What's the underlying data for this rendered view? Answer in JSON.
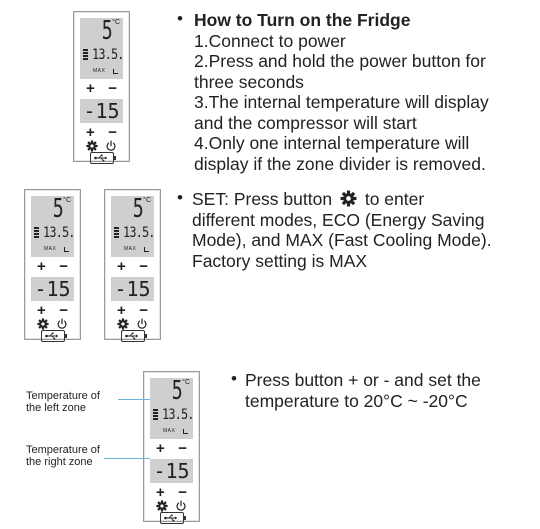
{
  "panel": {
    "top_temp": "5",
    "unit": "°C",
    "mid_temp": "13.5.",
    "max_label": "MAX",
    "plus": "+",
    "minus": "−",
    "bottom_temp": "-15"
  },
  "section1": {
    "heading": "How to Turn on the Fridge",
    "steps": [
      "1.Connect to power",
      "2.Press and hold the power button for",
      "three seconds",
      "3.The internal temperature will display",
      "and the compressor will start",
      "4.Only one internal temperature will",
      "display if the zone divider is removed."
    ]
  },
  "section2": {
    "line1_before": "SET: Press button",
    "line1_after": "to enter",
    "lines": [
      "different modes, ECO (Energy Saving",
      "Mode), and MAX (Fast Cooling Mode).",
      "Factory setting is MAX"
    ]
  },
  "section3": {
    "lines": [
      "Press button + or - and set the",
      "temperature to 20°C ~ -20°C"
    ],
    "left_zone_label": [
      "Temperature of",
      "the left zone"
    ],
    "right_zone_label": [
      "Temperature of",
      "the right zone"
    ]
  },
  "icons": {
    "bullet": "•",
    "gear": "gear-icon",
    "power": "power-icon",
    "usb": "usb-icon"
  }
}
